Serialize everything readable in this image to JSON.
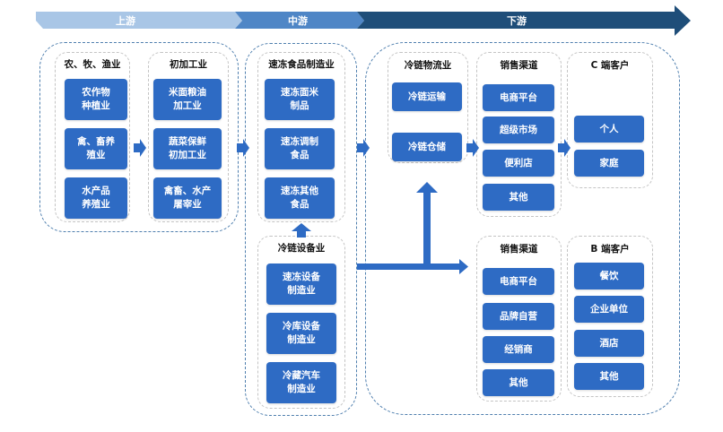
{
  "colors": {
    "box_fill": "#2e6bc4",
    "group_border": "#4f7fae",
    "sub_border": "#c4c4c4",
    "arrow": "#2e6bc4",
    "stage_light": "#a9c6e6",
    "stage_mid": "#4f86c6",
    "stage_dark": "#1f4e79"
  },
  "stages": {
    "upstream": "上游",
    "midstream": "中游",
    "downstream": "下游"
  },
  "upstream": {
    "agri": {
      "title": "农、牧、渔业",
      "items": [
        "农作物\n种植业",
        "禽、畜养\n殖业",
        "水产品\n养殖业"
      ]
    },
    "primary": {
      "title": "初加工业",
      "items": [
        "米面粮油\n加工业",
        "蔬菜保鲜\n初加工业",
        "禽畜、水产\n屠宰业"
      ]
    }
  },
  "midstream": {
    "food": {
      "title": "速冻食品制造业",
      "items": [
        "速冻面米\n制品",
        "速冻调制\n食品",
        "速冻其他\n食品"
      ]
    },
    "equipment": {
      "title": "冷链设备业",
      "items": [
        "速冻设备\n制造业",
        "冷库设备\n制造业",
        "冷藏汽车\n制造业"
      ]
    }
  },
  "downstream": {
    "logistics": {
      "title": "冷链物流业",
      "items": [
        "冷链运输",
        "冷链仓储"
      ]
    },
    "channel_c": {
      "title": "销售渠道",
      "items": [
        "电商平台",
        "超级市场",
        "便利店",
        "其他"
      ]
    },
    "customer_c": {
      "title": "C 端客户",
      "items": [
        "个人",
        "家庭"
      ]
    },
    "channel_b": {
      "title": "销售渠道",
      "items": [
        "电商平台",
        "品牌自营",
        "经销商",
        "其他"
      ]
    },
    "customer_b": {
      "title": "B 端客户",
      "items": [
        "餐饮",
        "企业单位",
        "酒店",
        "其他"
      ]
    }
  }
}
